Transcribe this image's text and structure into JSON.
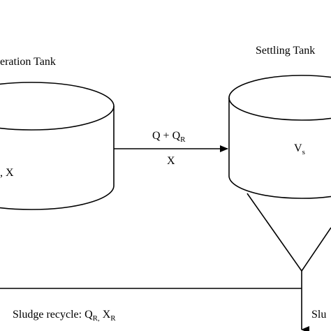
{
  "labels": {
    "aeration_tank_title": "eration Tank",
    "settling_tank_title": "Settling Tank",
    "aeration_tank_inner": ", X",
    "settling_tank_inner_main": "V",
    "settling_tank_inner_sub": "s",
    "flow_top_main": "Q + Q",
    "flow_top_sub": "R",
    "flow_bottom": "X",
    "recycle_prefix": "Sludge recycle: Q",
    "recycle_q_sub": "R,",
    "recycle_x": " X",
    "recycle_x_sub": "R",
    "waste_label": "Slu"
  },
  "colors": {
    "stroke": "#000000",
    "background": "#ffffff"
  }
}
